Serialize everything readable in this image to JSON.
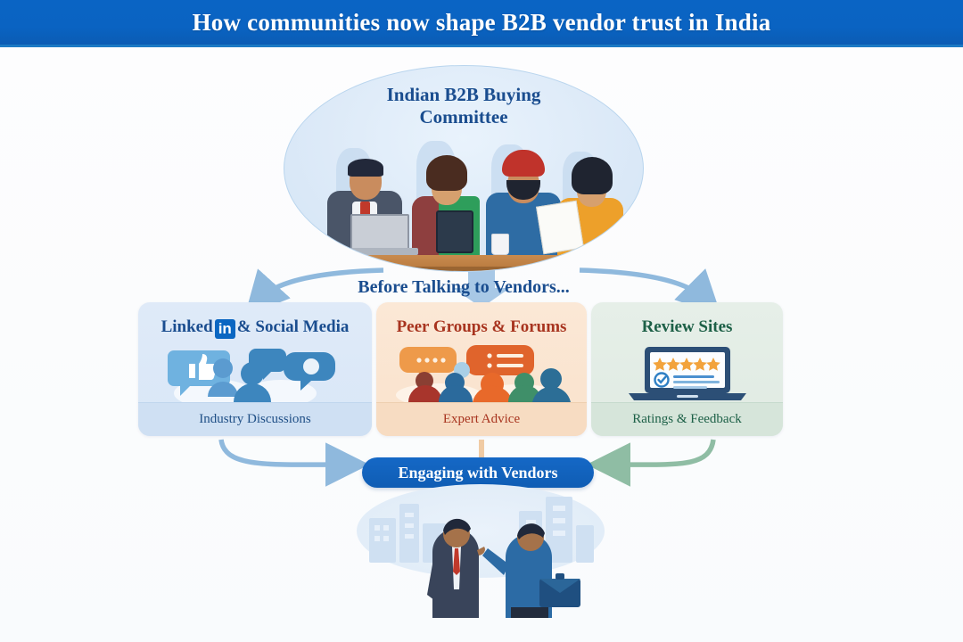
{
  "banner": {
    "title": "How communities now shape B2B vendor trust in India",
    "background_color": "#0a63c2",
    "text_color": "#ffffff"
  },
  "top_node": {
    "title_line1": "Indian B2B Buying",
    "title_line2": "Committee",
    "caption": "Before Talking to Vendors...",
    "title_color": "#1a4d8f",
    "fill_color": "#ddeaf8",
    "illustration": "four-person-buying-committee-at-table"
  },
  "cards": [
    {
      "id": "linkedin",
      "title_prefix": "Linked",
      "logo_text": "in",
      "title_suffix": "& Social Media",
      "footer": "Industry Discussions",
      "title_color": "#1a4d8f",
      "fill_color": "#dfeaf8",
      "footer_color": "#cfe0f3",
      "icon": "people-speech-bubbles-thumbs-up-icon"
    },
    {
      "id": "forums",
      "title": "Peer Groups & Forums",
      "footer": "Expert Advice",
      "title_color": "#a8341f",
      "fill_color": "#fbe8d6",
      "footer_color": "#f7dcc2",
      "icon": "group-discussion-speech-bubbles-icon"
    },
    {
      "id": "reviews",
      "title": "Review Sites",
      "footer": "Ratings & Feedback",
      "title_color": "#1d6047",
      "fill_color": "#e6efe8",
      "footer_color": "#d6e5da",
      "icon": "laptop-five-star-rating-icon",
      "star_count": 5,
      "star_color": "#f2a33c"
    }
  ],
  "outcome": {
    "label": "Engaging with Vendors",
    "fill_color": "#0f5db4",
    "text_color": "#ffffff",
    "illustration": "two-businessmen-handshake-conversation-city-skyline"
  },
  "flow": {
    "down_arrow_color": "#a8c8e6",
    "left_branch_color": "#8fb9dd",
    "right_branch_color": "#8fb9dd",
    "converge_left_color": "#8fb9dd",
    "converge_middle_color": "#f0cba4",
    "converge_right_color": "#8fbda4"
  }
}
